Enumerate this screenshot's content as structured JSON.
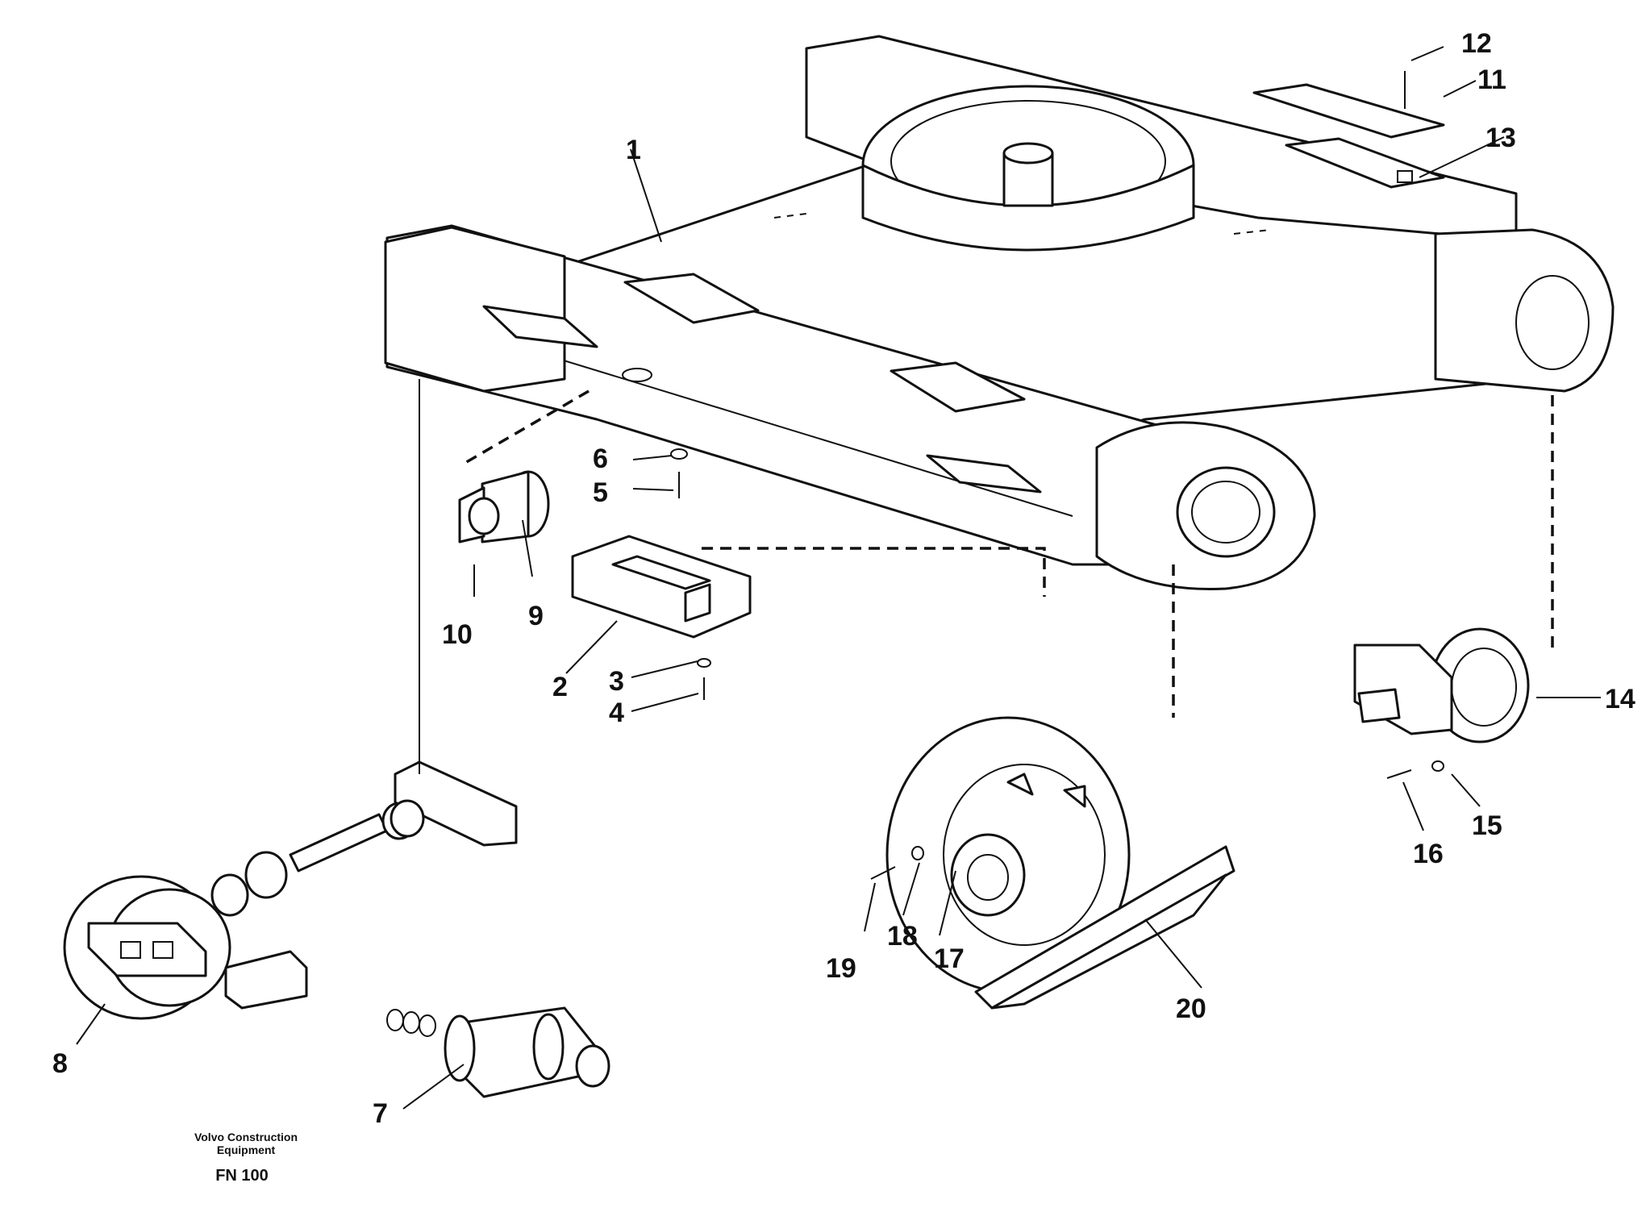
{
  "diagram": {
    "callouts": [
      "1",
      "2",
      "3",
      "4",
      "5",
      "6",
      "7",
      "8",
      "9",
      "10",
      "11",
      "12",
      "13",
      "14",
      "15",
      "16",
      "17",
      "18",
      "19",
      "20"
    ],
    "footer": {
      "brand_line1": "Volvo Construction",
      "brand_line2": "Equipment",
      "code": "FN 100"
    }
  }
}
